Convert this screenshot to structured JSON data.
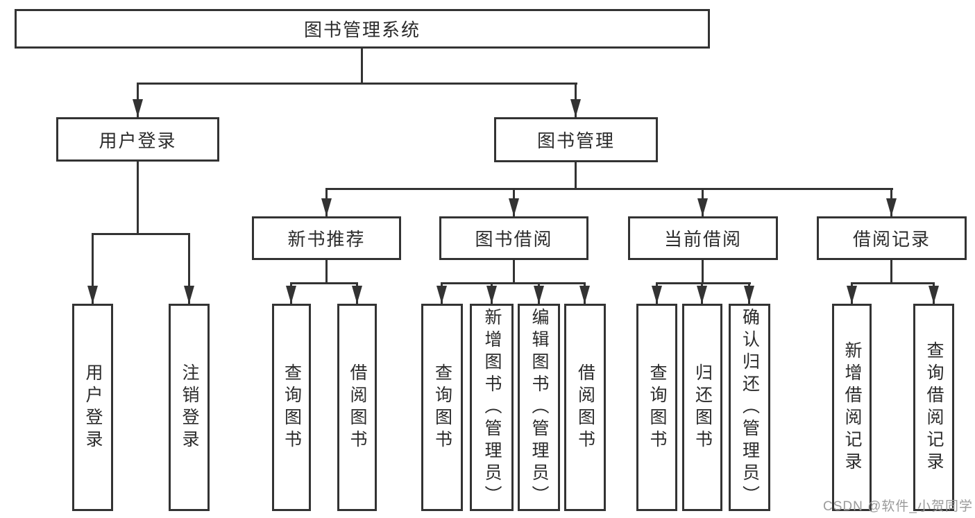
{
  "diagram": {
    "root_label": "图书管理系统",
    "branches": [
      {
        "label": "用户登录",
        "children": [
          {
            "label": "用户登录"
          },
          {
            "label": "注销登录"
          }
        ]
      },
      {
        "label": "图书管理",
        "children": [
          {
            "label": "新书推荐",
            "children": [
              {
                "label": "查询图书"
              },
              {
                "label": "借阅图书"
              }
            ]
          },
          {
            "label": "图书借阅",
            "children": [
              {
                "label": "查询图书"
              },
              {
                "label": "新增图书（管理员）"
              },
              {
                "label": "编辑图书（管理员）"
              },
              {
                "label": "借阅图书"
              }
            ]
          },
          {
            "label": "当前借阅",
            "children": [
              {
                "label": "查询图书"
              },
              {
                "label": "归还图书"
              },
              {
                "label": "确认归还（管理员）"
              }
            ]
          },
          {
            "label": "借阅记录",
            "children": [
              {
                "label": "新增借阅记录"
              },
              {
                "label": "查询借阅记录"
              }
            ]
          }
        ]
      }
    ]
  },
  "watermark": {
    "text": "CSDN @软件_小贺同学"
  },
  "colors": {
    "line": "#333333",
    "box_border": "#333333",
    "text": "#2b2b2b",
    "watermark": "#9b9b9b",
    "background": "#ffffff"
  }
}
